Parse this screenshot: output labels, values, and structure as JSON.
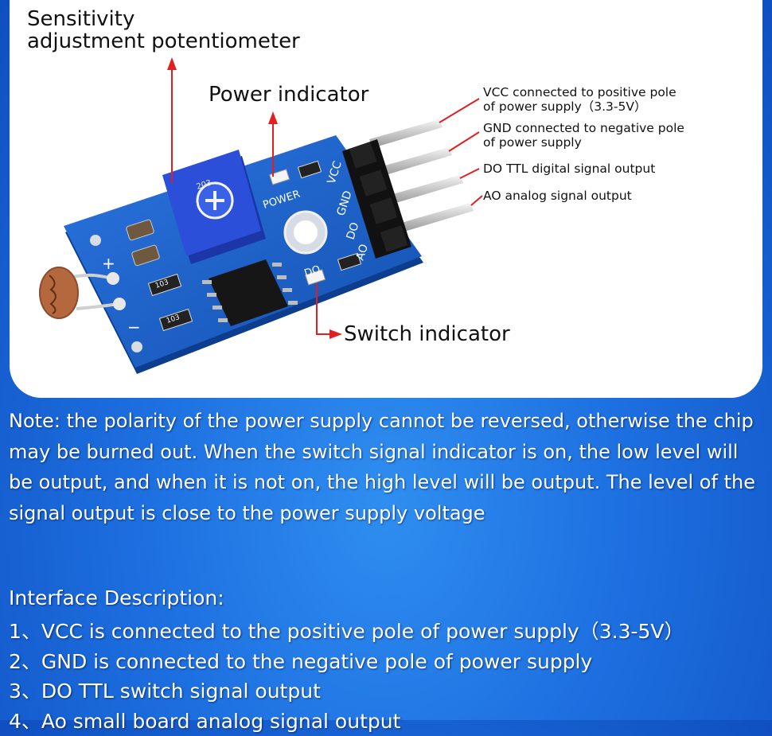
{
  "callouts": {
    "potentiometer": [
      "Sensitivity",
      "adjustment potentiometer"
    ],
    "power_indicator": "Power indicator",
    "switch_indicator": "Switch indicator",
    "vcc": [
      "VCC connected to positive pole",
      "of power supply（3.3-5V）"
    ],
    "gnd": [
      "GND connected to negative pole",
      "of power supply"
    ],
    "do": "DO TTL digital signal output",
    "ao": "AO analog signal output"
  },
  "board": {
    "silk_power": "POWER",
    "silk_pins": [
      "VCC",
      "GND",
      "DO",
      "AO"
    ],
    "silk_do": "DO",
    "silk_plus": "+",
    "silk_minus": "−",
    "pot_code": "203",
    "res1": "103",
    "res2": "103",
    "colors": {
      "pcb": "#1a5fc8",
      "pot": "#2b4fd8",
      "chip": "#1a1a1a",
      "arrow": "#e02020"
    }
  },
  "note": "Note: the polarity of the power supply cannot be reversed, otherwise the chip may be burned out. When the switch signal indicator is on, the low level will be output, and when it is not on, the high level will be output. The level of the signal output is close to the power supply voltage",
  "interface": {
    "title": "Interface Description:",
    "items": [
      "1、VCC is connected to the positive pole of power supply（3.3-5V）",
      "2、GND is connected to the negative pole of power supply",
      "3、DO TTL switch signal output",
      "4、Ao small board analog signal output"
    ]
  }
}
